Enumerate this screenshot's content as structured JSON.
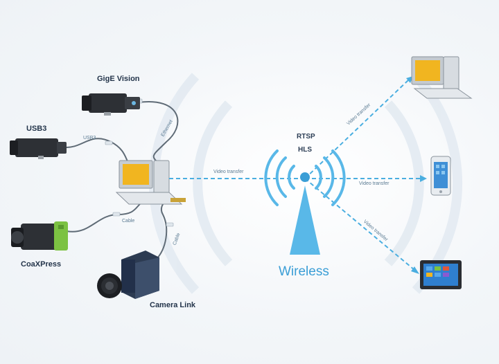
{
  "labels": {
    "gige": "GigE Vision",
    "usb3": "USB3",
    "coaxpress": "CoaXPress",
    "camera_link": "Camera Link",
    "rtsp": "RTSP",
    "hls": "HLS",
    "wireless": "Wireless",
    "vt_main": "Video transfer",
    "vt_desktop": "Video transfer",
    "vt_phone": "Video transfer",
    "vt_tablet": "Video transfer",
    "cable_1": "Ethernet",
    "cable_2": "USB3",
    "cable_3": "Cable",
    "cable_4": "Cable"
  },
  "colors": {
    "accent": "#3a9ed6",
    "dash": "#4aaee0",
    "cable": "#5f6b76",
    "coax_green": "#7cc242",
    "text": "#23344a"
  },
  "icons": [
    "gige-camera-icon",
    "usb3-camera-icon",
    "coaxpress-camera-icon",
    "camera-link-camera-icon",
    "pc-icon",
    "antenna-icon",
    "desktop-icon",
    "smartphone-icon",
    "tablet-icon"
  ]
}
